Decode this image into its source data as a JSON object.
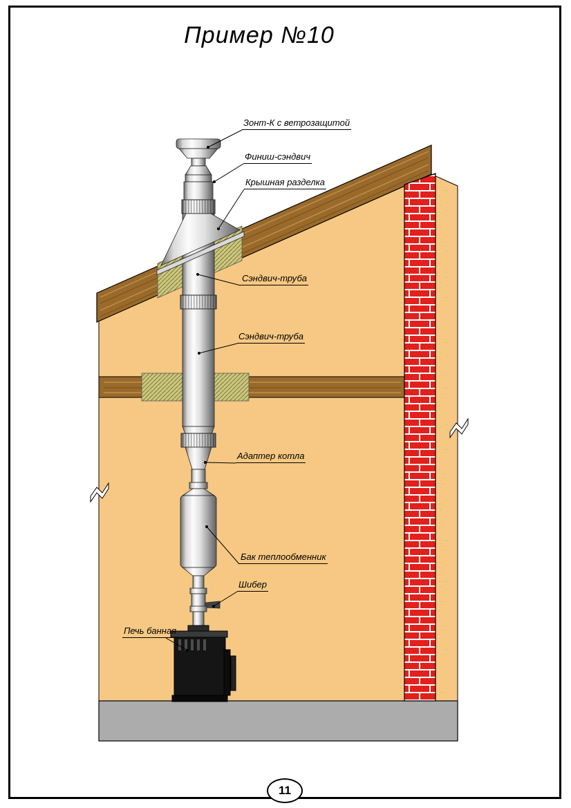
{
  "title": "Пример №10",
  "page_number": "11",
  "labels": {
    "zont": "Зонт-К с ветрозащитой",
    "finish": "Финиш-сэндвич",
    "roof_flashing": "Крышная разделка",
    "sandwich_upper": "Сэндвич-труба",
    "sandwich_lower": "Сэндвич-труба",
    "adapter": "Адаптер котла",
    "tank": "Бак теплообменник",
    "damper": "Шибер",
    "stove": "Печь банная"
  },
  "colors": {
    "wall": "#F6C883",
    "roof": "#9A6A2A",
    "roof_grain_light": "#C09050",
    "roof_grain_dark": "#7A541F",
    "brick": "#E2201C",
    "mortar": "#FFFFFF",
    "foundation": "#ACACAC",
    "wool": "#CBC77E",
    "wool_hatch": "#7E7A3C",
    "stove": "#151515"
  }
}
